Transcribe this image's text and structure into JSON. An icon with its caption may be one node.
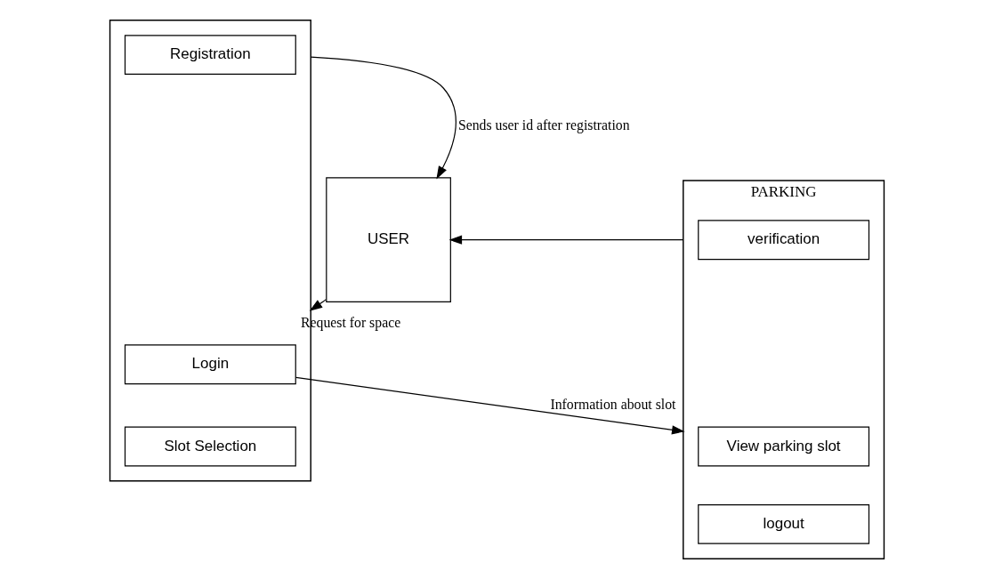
{
  "diagram": {
    "nodes": [
      {
        "text": [
          "USER"
        ]
      },
      {
        "text": [
          "PARKING"
        ]
      },
      {
        "text": [
          "verification"
        ],
        "in": 1
      },
      {
        "text": [
          "View parking slot"
        ],
        "in": 1
      },
      {
        "text": [
          "logout"
        ],
        "in": 1
      },
      {
        "text": [],
        "shape": "box"
      },
      {
        "text": [
          "Registration"
        ],
        "in": 5
      },
      {
        "text": [
          "Login"
        ],
        "in": 5
      },
      {
        "text": [
          "Slot Selection"
        ],
        "in": 5
      }
    ],
    "edges": [
      {
        "from": 1,
        "to": 0,
        "arrow": "to"
      },
      {
        "from": 5,
        "to": 0,
        "arrow": "to",
        "label": "Sends user id after registration"
      },
      {
        "from": 0,
        "to": 5,
        "arrow": "to",
        "label": "Request for space"
      },
      {
        "from": 7,
        "to": 1,
        "arrow": "to",
        "label": "Information about slot"
      }
    ]
  }
}
